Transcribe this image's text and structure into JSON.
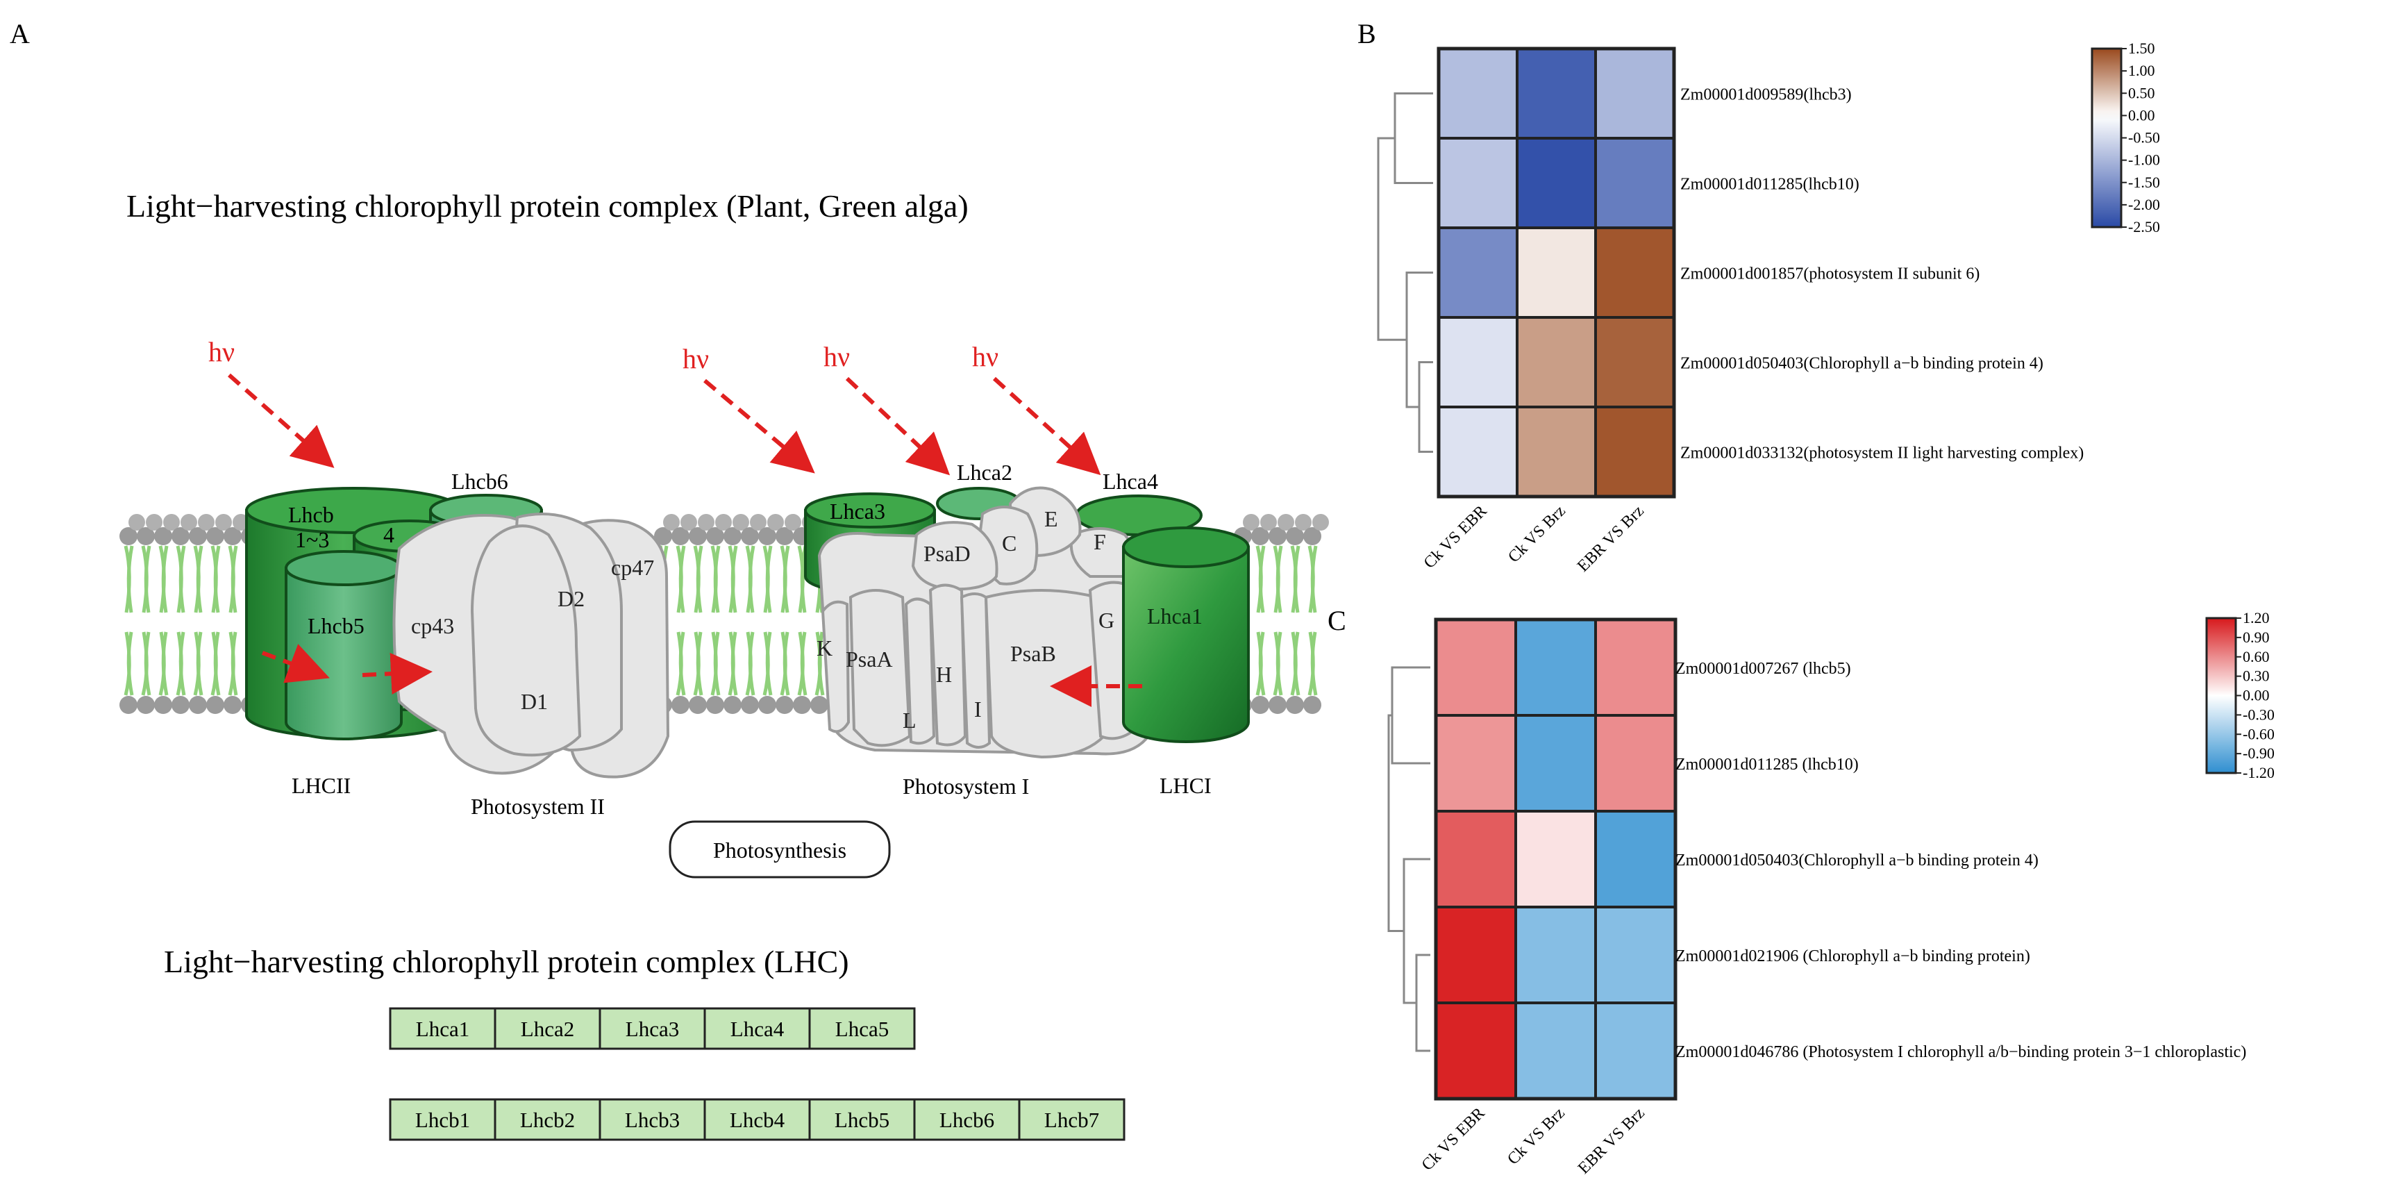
{
  "panel_a": {
    "label": "A",
    "title": "Light−harvesting chlorophyll protein complex (Plant, Green alga)",
    "hv": "hν",
    "c_label": "C",
    "lhcii": {
      "lhcb13": [
        "Lhcb",
        "1~3"
      ],
      "lhcb6": "Lhcb6",
      "lhcb4": "4",
      "lhcb5": "Lhcb5",
      "group": "LHCII"
    },
    "psii": {
      "cp43": "cp43",
      "cp47": "cp47",
      "d1": "D1",
      "d2": "D2",
      "name": "Photosystem II"
    },
    "psi": {
      "psad": "PsaD",
      "c": "C",
      "e": "E",
      "f": "F",
      "k": "K",
      "psaa": "PsaA",
      "psab": "PsaB",
      "h": "H",
      "l": "L",
      "i": "I",
      "g": "G",
      "name": "Photosystem  I"
    },
    "lhci": {
      "lhca1": "Lhca1",
      "lhca2": "Lhca2",
      "lhca3": "Lhca3",
      "lhca4": "Lhca4",
      "group": "LHCI"
    },
    "button": "Photosynthesis",
    "lhc_title": "Light−harvesting chlorophyll protein complex (LHC)",
    "lhca_table": [
      "Lhca1",
      "Lhca2",
      "Lhca3",
      "Lhca4",
      "Lhca5"
    ],
    "lhcb_table": [
      "Lhcb1",
      "Lhcb2",
      "Lhcb3",
      "Lhcb4",
      "Lhcb5",
      "Lhcb6",
      "Lhcb7"
    ]
  },
  "panel_b": {
    "label": "B",
    "top": {
      "columns": [
        "Ck VS EBR",
        "Ck VS Brz",
        "EBR VS Brz"
      ],
      "rows": [
        "Zm00001d009589(lhcb3)",
        "Zm00001d011285(lhcb10)",
        "Zm00001d001857(photosystem II subunit 6)",
        "Zm00001d050403(Chlorophyll a−b binding protein 4)",
        "Zm00001d033132(photosystem II light harvesting complex)"
      ],
      "values": [
        [
          -0.9,
          -2.2,
          -1.0
        ],
        [
          -0.8,
          -2.4,
          -1.8
        ],
        [
          -1.6,
          0.2,
          1.4
        ],
        [
          -0.4,
          0.8,
          1.3
        ],
        [
          -0.4,
          0.8,
          1.4
        ]
      ],
      "scale": {
        "min": -2.5,
        "max": 1.5
      },
      "colorbar_ticks": [
        "1.50",
        "1.00",
        "0.50",
        "0.00",
        "-0.50",
        "-1.00",
        "-1.50",
        "-2.00",
        "-2.50"
      ]
    },
    "bottom": {
      "columns": [
        "Ck VS EBR",
        "Ck VS Brz",
        "EBR VS Brz"
      ],
      "rows": [
        "Zm00001d007267 (lhcb5)",
        "Zm00001d011285 (lhcb10)",
        "Zm00001d050403(Chlorophyll a−b binding protein 4)",
        "Zm00001d021906 (Chlorophyll a−b binding protein)",
        "Zm00001d046786 (Photosystem I chlorophyll a/b−binding protein 3−1 chloroplastic)"
      ],
      "values": [
        [
          0.6,
          -0.95,
          0.6
        ],
        [
          0.55,
          -0.95,
          0.6
        ],
        [
          0.85,
          0.15,
          -1.0
        ],
        [
          1.15,
          -0.7,
          -0.7
        ],
        [
          1.15,
          -0.7,
          -0.7
        ]
      ],
      "scale": {
        "min": -1.2,
        "max": 1.2
      },
      "colorbar_ticks": [
        "1.20",
        "0.90",
        "0.60",
        "0.30",
        "0.00",
        "-0.30",
        "-0.60",
        "-0.90",
        "-1.20"
      ]
    }
  },
  "colors": {
    "green_dark": "#1e7a2e",
    "green_mid": "#3fa84a",
    "green_light": "#a8dca0",
    "arrow_red": "#e02020",
    "table_fill": "#c5e6b8",
    "heat_top": [
      "#2a4aa6",
      "#ffffff",
      "#9a4a1e"
    ],
    "heat_bottom": [
      "#2f8fd0",
      "#ffffff",
      "#d7191c"
    ]
  }
}
